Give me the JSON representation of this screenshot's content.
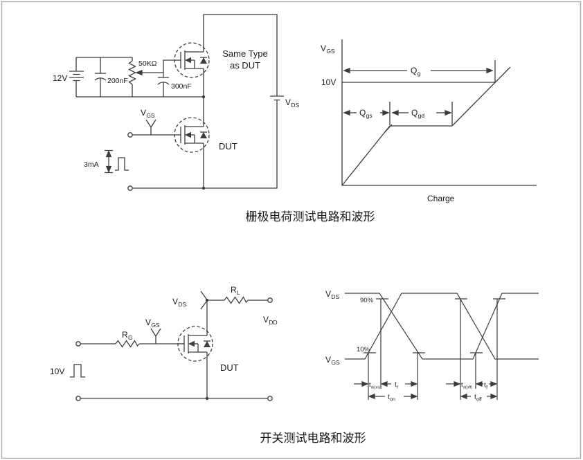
{
  "captions": {
    "gate_charge": "栅极电荷测试电路和波形",
    "switching": "开关测试电路和波形"
  },
  "colors": {
    "line": "#3c3c3c",
    "text": "#1a1a1a",
    "background": "#ffffff",
    "page_border": "#a8a8a8"
  },
  "gate_charge_circuit": {
    "supply_voltage": "12V",
    "input_cap": "200nF",
    "potentiometer": "50KΩ",
    "gate_cap": "300nF",
    "vgs_base": "V",
    "vgs_sub": "GS",
    "current_pulse": "3mA",
    "upper_fet_line1": "Same Type",
    "upper_fet_line2": "as DUT",
    "dut": "DUT",
    "vds_base": "V",
    "vds_sub": "DS"
  },
  "gate_charge_waveform": {
    "y_axis_base": "V",
    "y_axis_sub": "GS",
    "level": "10V",
    "qg_base": "Q",
    "qg_sub": "g",
    "qgs_base": "Q",
    "qgs_sub": "gs",
    "qgd_base": "Q",
    "qgd_sub": "gd",
    "x_axis": "Charge"
  },
  "switching_circuit": {
    "rg_base": "R",
    "rg_sub": "G",
    "vgs_base": "V",
    "vgs_sub": "GS",
    "vds_base": "V",
    "vds_sub": "DS",
    "rl_base": "R",
    "rl_sub": "L",
    "vdd_base": "V",
    "vdd_sub": "DD",
    "dut": "DUT",
    "pulse_voltage": "10V"
  },
  "switching_waveform": {
    "vds_base": "V",
    "vds_sub": "DS",
    "vgs_base": "V",
    "vgs_sub": "GS",
    "p90": "90%",
    "p10": "10%",
    "td_on_base": "t",
    "td_on_sub": "d(on)",
    "tr_base": "t",
    "tr_sub": "r",
    "ton_base": "t",
    "ton_sub": "on",
    "td_off_base": "t",
    "td_off_sub": "d(off)",
    "tf_base": "t",
    "tf_sub": "f",
    "toff_base": "t",
    "toff_sub": "off"
  }
}
